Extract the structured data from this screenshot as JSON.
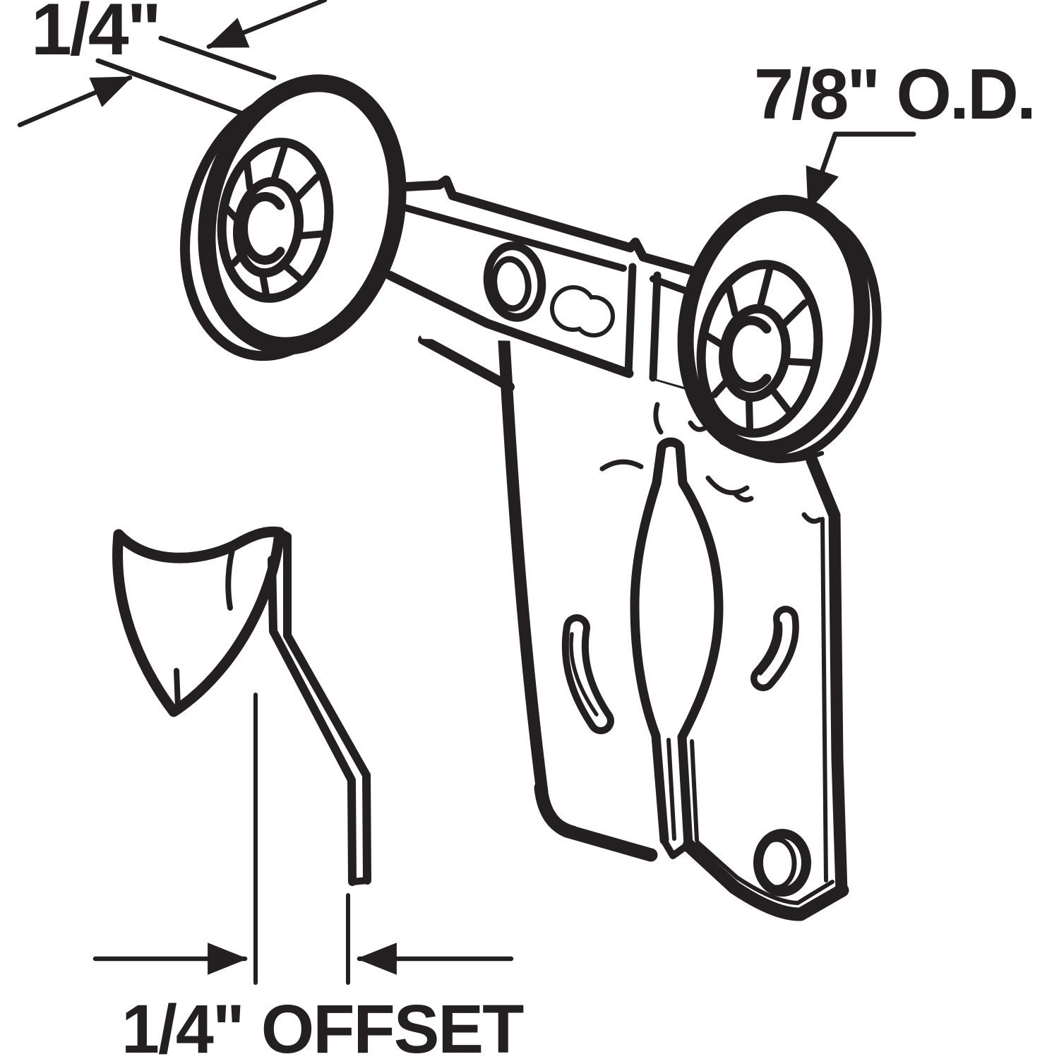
{
  "figure": {
    "kind": "technical-line-illustration",
    "background": "#ffffff",
    "ink": "#241f21"
  },
  "labels": {
    "thickness": "1/4\"",
    "outer_diameter": "7/8\" O.D.",
    "offset": "1/4\" OFFSET"
  }
}
